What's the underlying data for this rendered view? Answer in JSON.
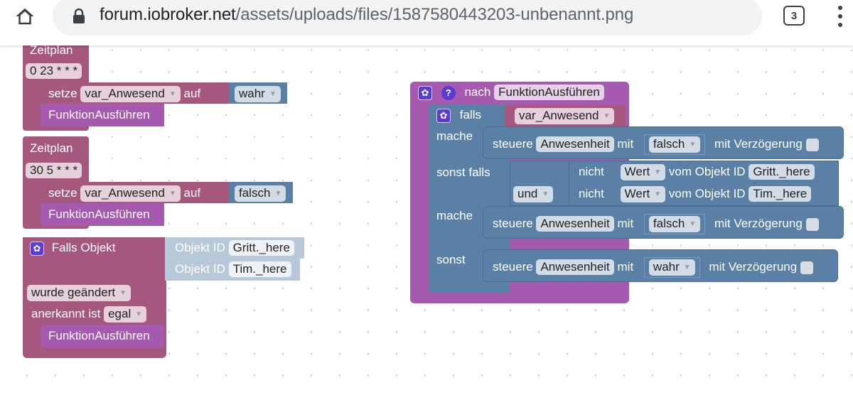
{
  "browser": {
    "url_host": "forum.iobroker.net",
    "url_path": "/assets/uploads/files/1587580443203-unbenannt.png",
    "tab_count": "3",
    "icons": {
      "home": "home-icon",
      "lock": "lock-icon",
      "menu": "more-vert-icon"
    }
  },
  "blocks": {
    "schedule1": {
      "title": "Zeitplan",
      "cron": "0 23 * * *",
      "set_label": "setze",
      "variable": "var_Anwesend",
      "to_label": "auf",
      "value": "wahr",
      "call": "FunktionAusführen"
    },
    "schedule2": {
      "title": "Zeitplan",
      "cron": "30 5 * * *",
      "set_label": "setze",
      "variable": "var_Anwesend",
      "to_label": "auf",
      "value": "falsch",
      "call": "FunktionAusführen"
    },
    "on_object": {
      "title": "Falls Objekt",
      "object_id_label": "Objekt ID",
      "objects": [
        "Gritt._here",
        "Tim._here"
      ],
      "trigger": "wurde geändert",
      "ack_label": "anerkannt ist",
      "ack_value": "egal",
      "call": "FunktionAusführen"
    },
    "function": {
      "to_label": "nach",
      "name": "FunktionAusführen",
      "if_label": "falls",
      "if_var": "var_Anwesend",
      "do_label": "mache",
      "elseif_label": "sonst falls",
      "else_label": "sonst",
      "and_label": "und",
      "not_label": "nicht",
      "value_label": "Wert",
      "from_object_label": "vom Objekt ID",
      "cond_objects": [
        "Gritt._here",
        "Tim._here"
      ],
      "control_label": "steuere",
      "control_target": "Anwesenheit",
      "with_label": "mit",
      "delay_label": "mit Verzögerung",
      "actions": [
        {
          "value": "falsch",
          "delay_checked": false
        },
        {
          "value": "falsch",
          "delay_checked": false
        },
        {
          "value": "wahr",
          "delay_checked": false
        }
      ]
    }
  },
  "colors": {
    "event_block": "#a5577e",
    "function_block": "#a55ab0",
    "logic_block": "#5b80a5",
    "object_block": "#b7c9d9"
  }
}
